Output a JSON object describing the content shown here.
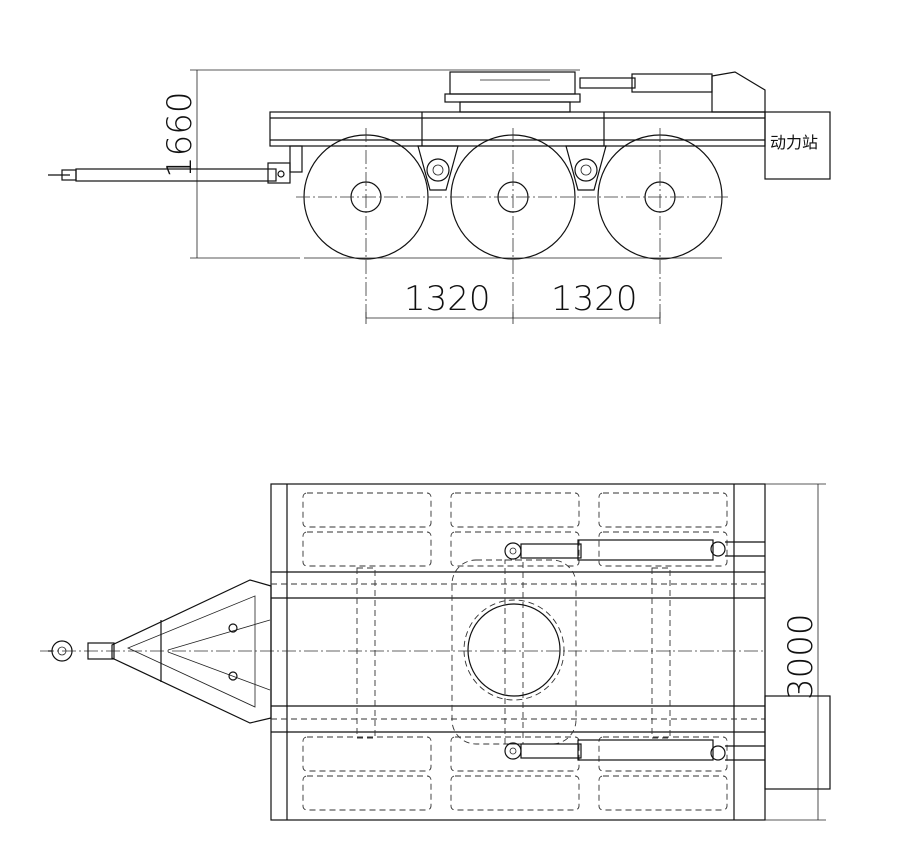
{
  "side_view": {
    "height_dim": "1660",
    "spacing_dim_1": "1320",
    "spacing_dim_2": "1320",
    "power_station_label": "动力站"
  },
  "top_view": {
    "width_dim": "3000"
  }
}
